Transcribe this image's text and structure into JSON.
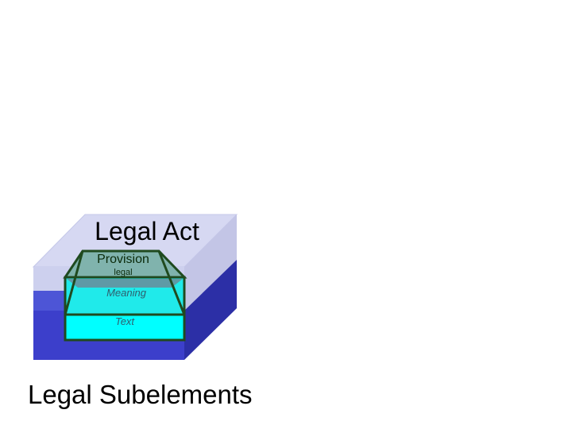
{
  "diagram": {
    "title": "Legal Act",
    "layers": {
      "provision": "Provision",
      "legal": "legal",
      "meaning": "Meaning",
      "text": "Text"
    }
  },
  "caption": "Legal Subelements",
  "colors": {
    "box_top": "#d6d8f2",
    "box_top_edge": "#c4c7e8",
    "box_front_light": "#cdd0ee",
    "box_front_mid": "#4d55d6",
    "box_front_dark": "#3c3fcb",
    "box_side_light": "#c3c5e6",
    "box_side_dark": "#2c2fa6",
    "inner_outline": "#1f4a1f",
    "provision_top": "#80b3ad",
    "legal_band": "#5f9aa6",
    "meaning_fill": "#20eaea",
    "text_fill": "#00ffff"
  }
}
